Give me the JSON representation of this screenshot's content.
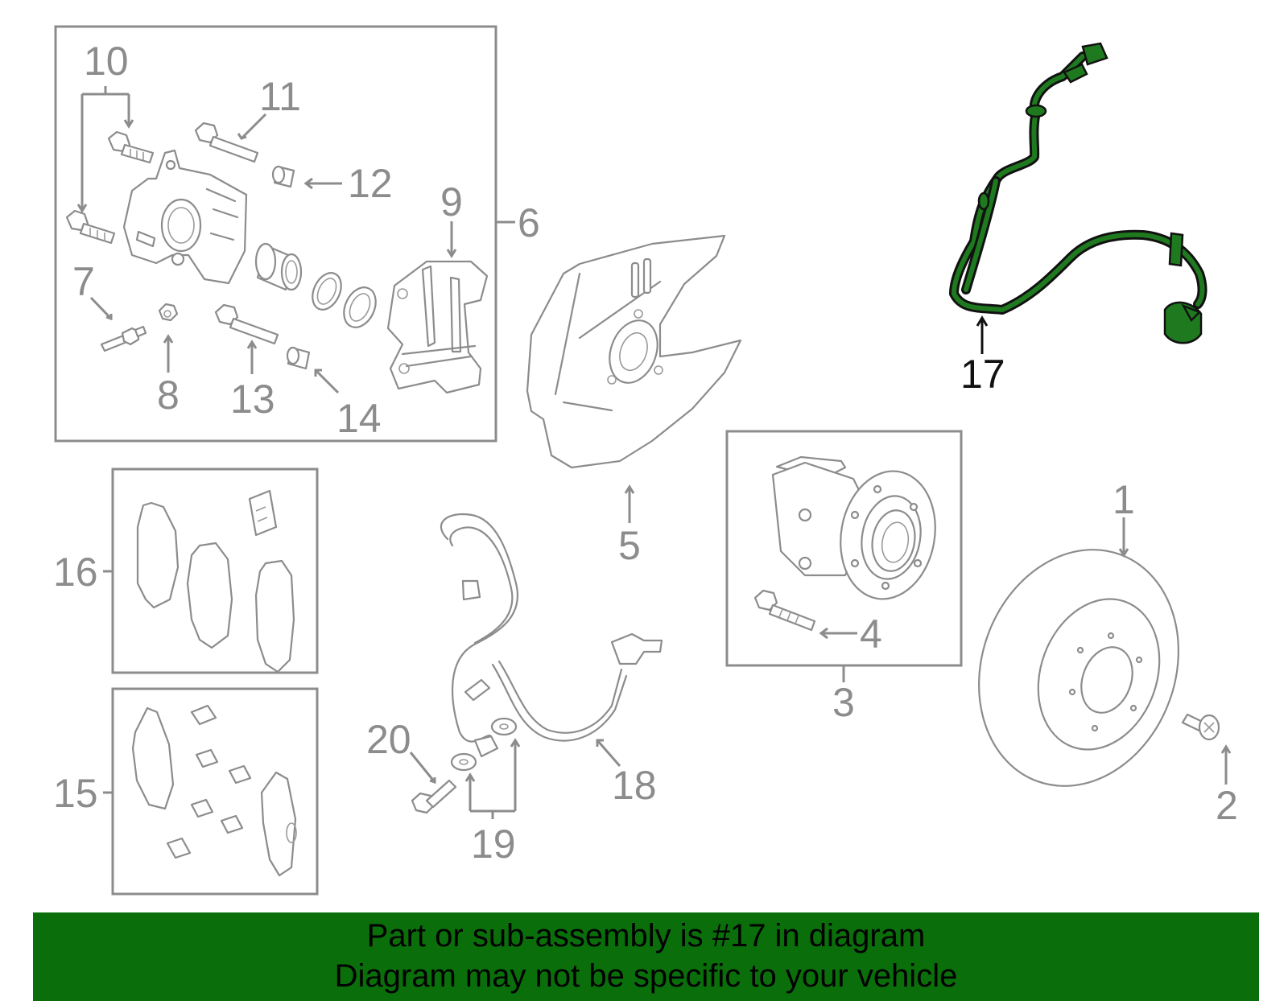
{
  "callouts": {
    "c1": "1",
    "c2": "2",
    "c3": "3",
    "c4": "4",
    "c5": "5",
    "c6": "6",
    "c7": "7",
    "c8": "8",
    "c9": "9",
    "c10": "10",
    "c11": "11",
    "c12": "12",
    "c13": "13",
    "c14": "14",
    "c15": "15",
    "c16": "16",
    "c17": "17",
    "c18": "18",
    "c19": "19",
    "c20": "20"
  },
  "highlight": {
    "part": "17",
    "color": "#1f7a1f",
    "banner_color": "#0a6e0a"
  },
  "banner": {
    "line1": "Part or sub-assembly is #17 in diagram",
    "line2": "Diagram may not be specific to your vehicle"
  }
}
